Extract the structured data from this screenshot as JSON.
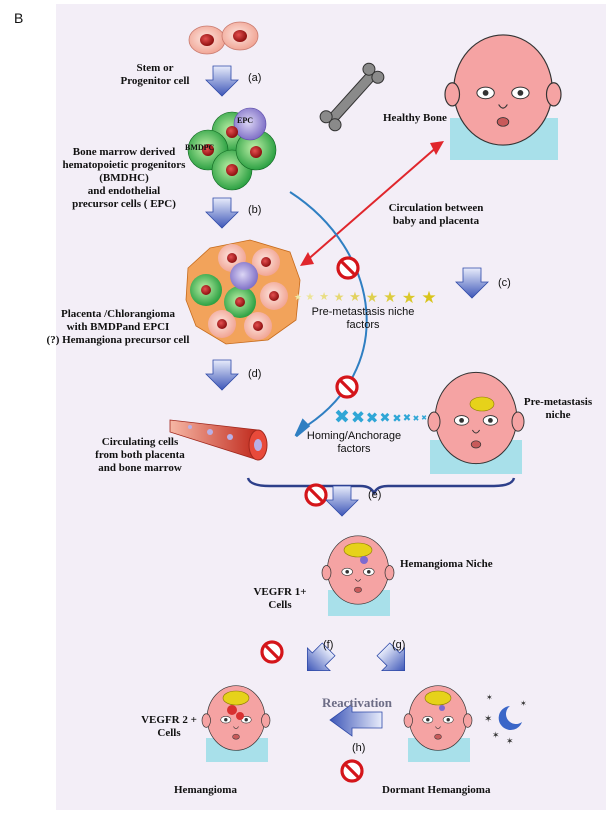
{
  "panel_letter": "B",
  "steps": {
    "a": "(a)",
    "b": "(b)",
    "c": "(c)",
    "d": "(d)",
    "e": "(e)",
    "f": "(f)",
    "g": "(g)",
    "h": "(h)"
  },
  "labels": {
    "stem": [
      "Stem or",
      "Progenitor cell"
    ],
    "healthy_bone": "Healthy Bone",
    "epc": "EPC",
    "bmdpc": "BMDPC",
    "bmdhc": [
      "Bone marrow  derived",
      "hematopoietic progenitors",
      "(BMDHC)",
      "and endothelial",
      "precursor cells ( EPC)"
    ],
    "circulation": [
      "Circulation between",
      "baby and placenta"
    ],
    "premetastasis_factors": [
      "Pre-metastasis niche",
      "factors"
    ],
    "placenta": [
      "Placenta /Chlorangioma",
      "with BMDPand EPCI",
      "(?) Hemangiona precursor cell"
    ],
    "premetastasis_niche": [
      "Pre-metastasis",
      "niche"
    ],
    "homing": [
      "Homing/Anchorage",
      "factors"
    ],
    "circulating": [
      "Circulating cells",
      "from both placenta",
      "and bone marrow"
    ],
    "hemangioma_niche": "Hemangioma Niche",
    "vegfr1": [
      "VEGFR 1+",
      "Cells"
    ],
    "reactivation": "Reactivation",
    "vegfr2": [
      "VEGFR 2 +",
      "Cells"
    ],
    "hemangioma": "Hemangioma",
    "dormant": "Dormant Hemangioma"
  },
  "colors": {
    "background": "#f3eef7",
    "inhibit": "#d4151a",
    "circulation_arrow": "#e0262c",
    "flow_arrow": "#3e57b8"
  }
}
